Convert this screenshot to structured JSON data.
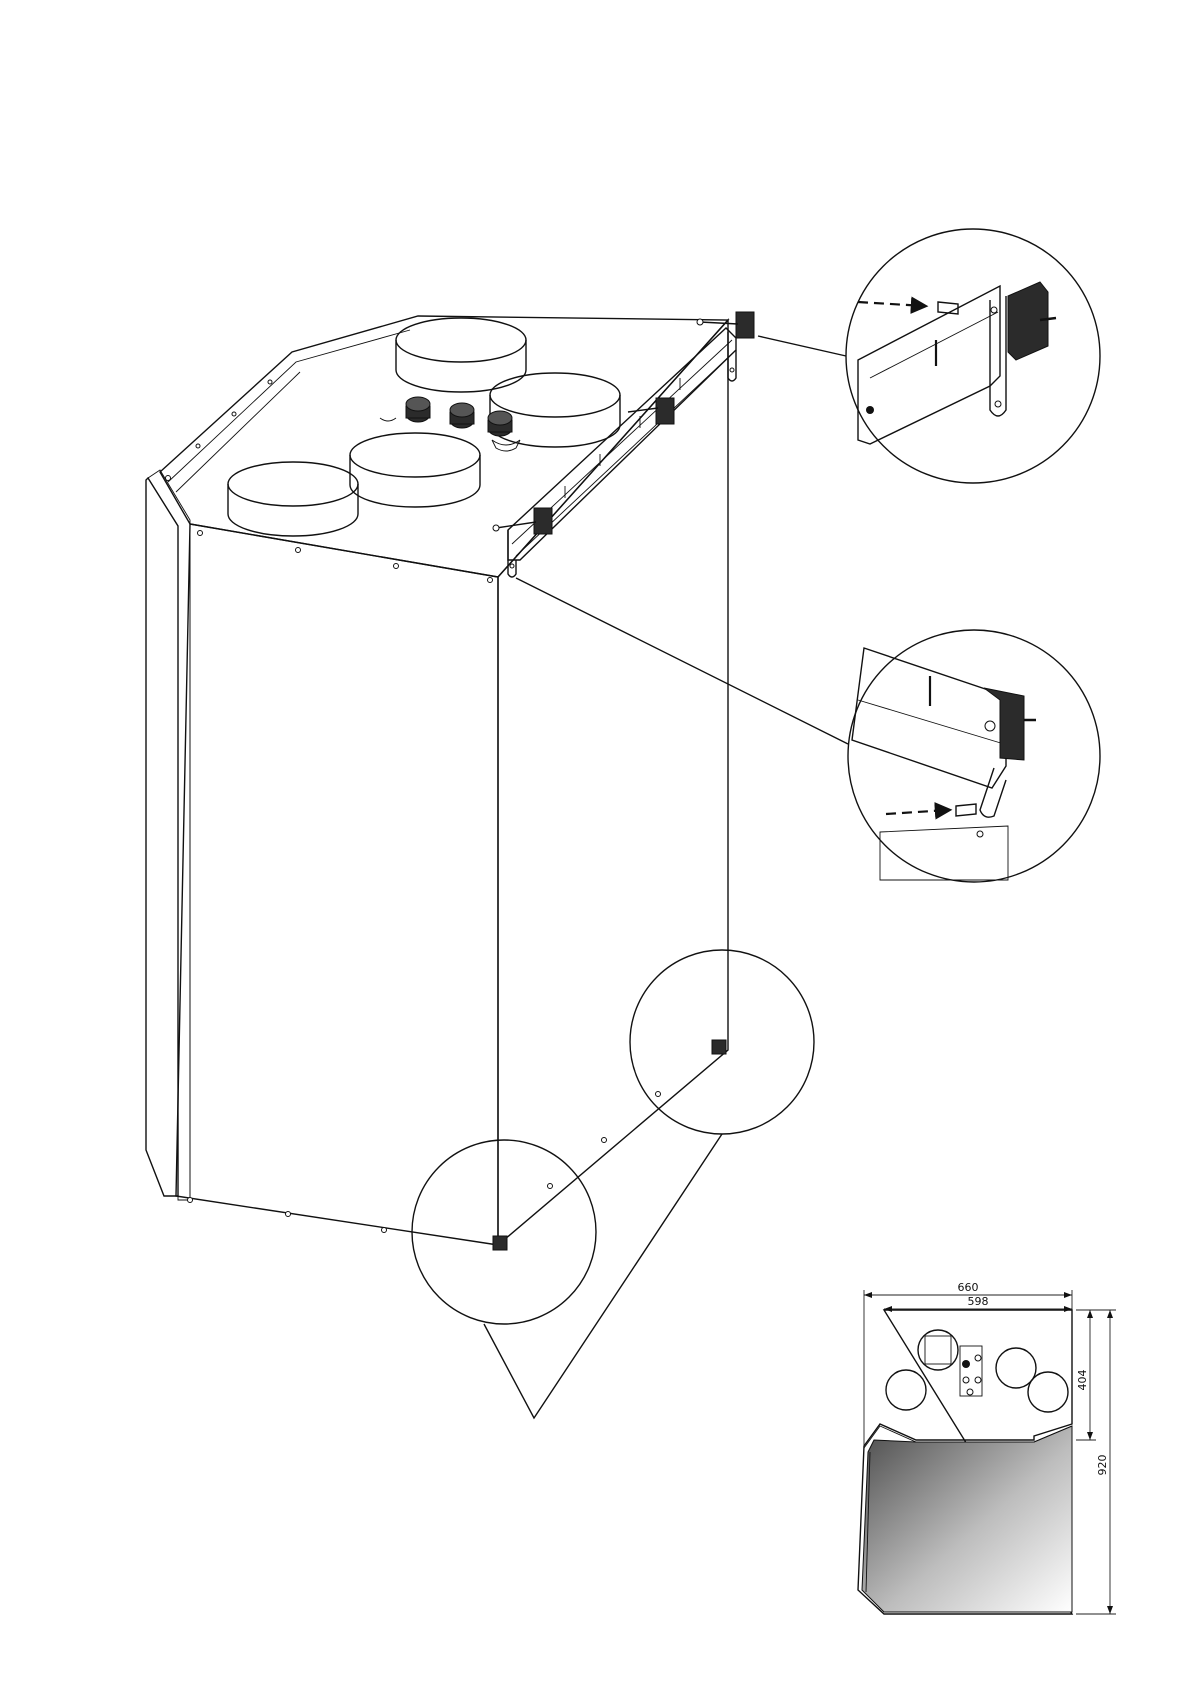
{
  "dimensions": {
    "width_outer": "660",
    "width_inner": "598",
    "depth": "404",
    "height": "920"
  },
  "colors": {
    "line": "#111111",
    "rubber_block": "#2b2b2b",
    "panel_shade": "#dcdcdc"
  }
}
